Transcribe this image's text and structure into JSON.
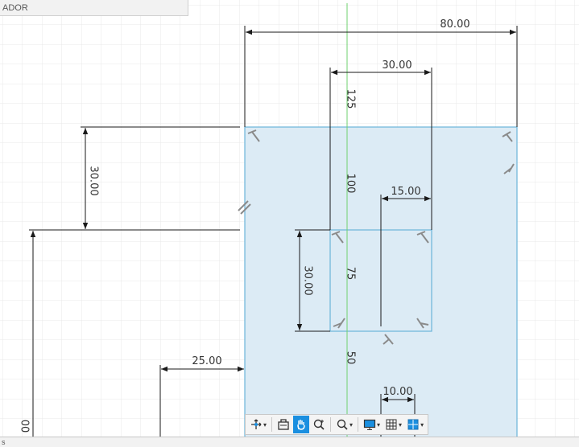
{
  "window": {
    "tab_label": "ADOR",
    "status_text": "s"
  },
  "dimensions": {
    "width_80": "80.00",
    "width_30": "30.00",
    "width_15": "15.00",
    "width_25": "25.00",
    "width_10": "10.00",
    "height_30_left": "30.00",
    "height_30_inner": "30.00",
    "bottom_left": "00"
  },
  "axis_ticks": [
    "125",
    "100",
    "75",
    "50"
  ],
  "toolbar": {
    "tools": [
      {
        "name": "orbit",
        "icon": "orbit-icon",
        "has_menu": true
      },
      {
        "name": "look-at",
        "icon": "look-at-icon",
        "has_menu": false
      },
      {
        "name": "pan",
        "icon": "pan-hand-icon",
        "has_menu": false,
        "active": true
      },
      {
        "name": "zoom",
        "icon": "zoom-icon",
        "has_menu": false
      },
      {
        "name": "fit",
        "icon": "zoom-window-icon",
        "has_menu": true
      },
      {
        "name": "display",
        "icon": "display-settings-icon",
        "has_menu": true
      },
      {
        "name": "grid",
        "icon": "grid-settings-icon",
        "has_menu": true
      },
      {
        "name": "viewports",
        "icon": "viewports-icon",
        "has_menu": true
      }
    ]
  },
  "colors": {
    "sketch_fill": "#dcebf5",
    "sketch_edge": "#6cb3d9",
    "axis_green": "#6fd06f",
    "dimension_line": "#1a1a1a",
    "grid_line": "#e6e6e6",
    "active_tool": "#1a8fe0"
  }
}
